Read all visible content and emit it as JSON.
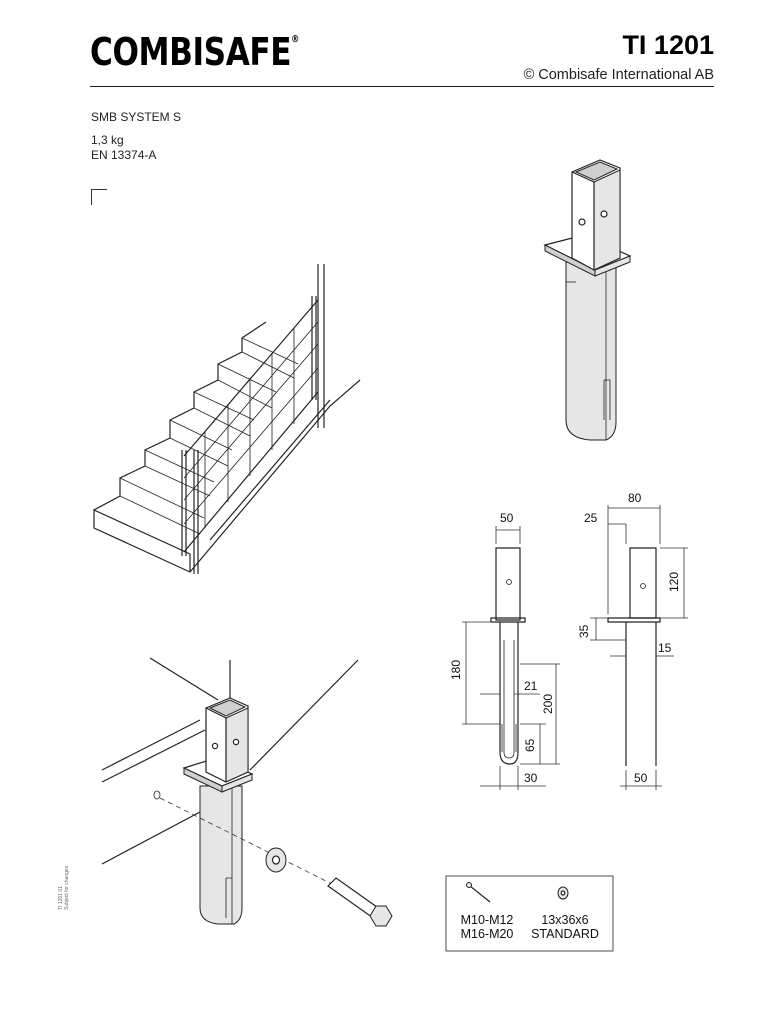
{
  "header": {
    "logo": "COMBISAFE",
    "logo_mark": "®",
    "doc_number": "TI 1201",
    "copyright": "© Combisafe International AB"
  },
  "specs": {
    "product": "SMB SYSTEM S",
    "weight": "1,3 kg",
    "standard": "EN 13374-A"
  },
  "dimensions": {
    "front_top": "50",
    "front_height": "180",
    "front_slot": "21",
    "front_total": "200",
    "front_bottom": "65",
    "front_base": "30",
    "side_width": "80",
    "side_offset": "25",
    "side_head": "120",
    "side_plate": "35",
    "side_tab": "15",
    "side_base": "50"
  },
  "accessories": {
    "bolt_sizes": [
      "M10-M12",
      "M16-M20"
    ],
    "washer_sizes": [
      "13x36x6",
      "STANDARD"
    ]
  },
  "side_note": [
    "TI 1201 01",
    "Subject for changes"
  ]
}
